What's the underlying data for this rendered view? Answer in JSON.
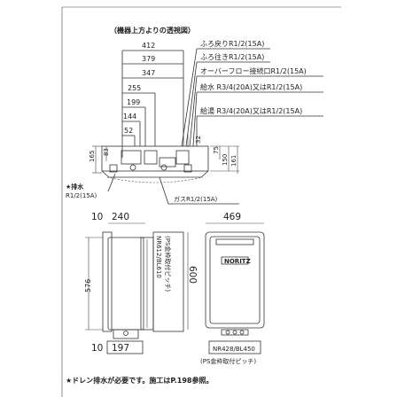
{
  "section_title": "（機器上方よりの透視図）",
  "top_dims": [
    "412",
    "379",
    "347",
    "255",
    "199",
    "144",
    "52"
  ],
  "callouts": [
    "ふろ戻りR1/2(15A)",
    "ふろ往きR1/2(15A)",
    "オーバーフロー接続口R1/2(15A)",
    "給水 R3/4(20A)又はR1/2(15A)",
    "給湯 R3/4(20A)又はR1/2(15A)"
  ],
  "small_dims": {
    "d32": "32",
    "d83": "83",
    "d165": "165",
    "d75": "75",
    "d150": "150",
    "d161": "161"
  },
  "drain_label": "★排水",
  "drain_size": "R1/2(15A)",
  "gas_label": "ガスR1/2(15A)",
  "side_view": {
    "top_left": "10",
    "top_width": "240",
    "height": "576",
    "bottom_left": "10",
    "bottom_width": "197",
    "bracket_label": "NR612/BL610",
    "bracket_sub": "(PS金枠取付ピッチ)"
  },
  "front_view": {
    "width": "469",
    "height": "600",
    "logo": "NORITZ",
    "bracket_label": "NR428/BL450",
    "bracket_sub": "(PS金枠取付ピッチ)"
  },
  "footnote": "★ドレン排水が必要です。施工はP.198参照。"
}
